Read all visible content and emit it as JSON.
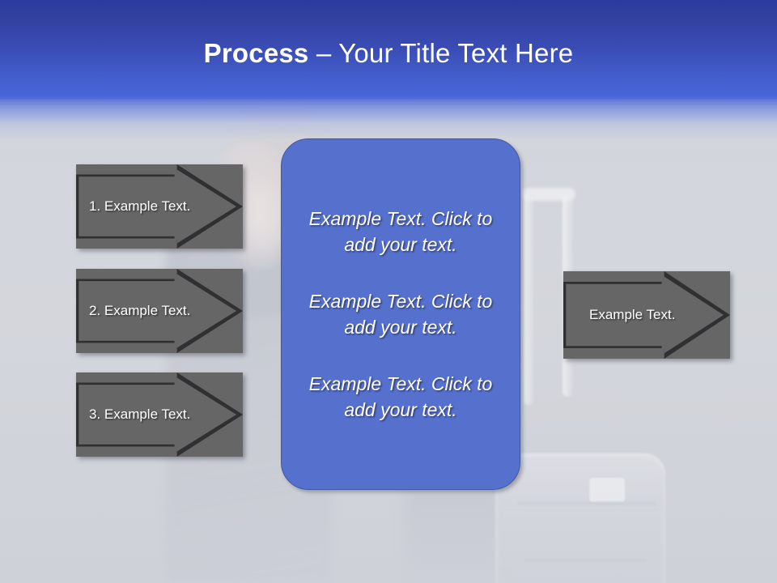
{
  "slide": {
    "title": {
      "bold_part": "Process",
      "rest_part": " – Your Title Text Here",
      "full": "Process – Your Title Text Here"
    },
    "colors": {
      "header_top": "#2b3a9e",
      "header_bottom": "#4a66d8",
      "panel_blue": "#5670ce",
      "panel_border": "#41589f",
      "arrow_fill": "#666666",
      "arrow_outline": "#303033",
      "background": "#d3d6dc",
      "text_white": "#ffffff"
    },
    "background_image": {
      "description": "faded photo of a person with hands near face and a rolling suitcase"
    }
  },
  "left_arrows": [
    {
      "label": "1. Example Text."
    },
    {
      "label": "2. Example Text."
    },
    {
      "label": "3. Example Text."
    }
  ],
  "right_arrow": {
    "label": "Example Text."
  },
  "center_panel": {
    "blocks": [
      {
        "text": "Example Text. Click  to add your text."
      },
      {
        "text": "Example Text. Click  to add your text."
      },
      {
        "text": "Example Text. Click  to add your text."
      }
    ]
  }
}
